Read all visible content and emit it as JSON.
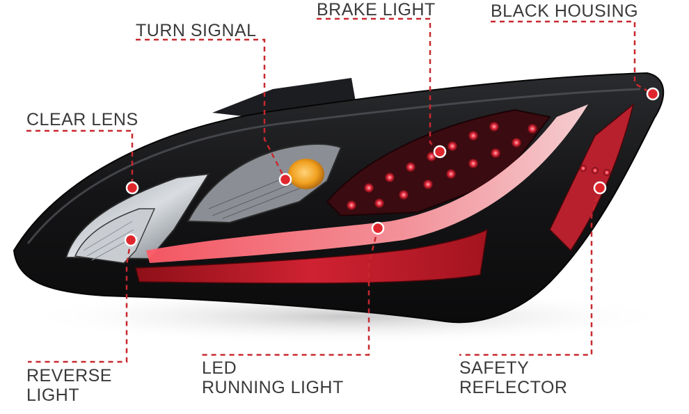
{
  "colors": {
    "accent": "#e0262d",
    "leader": "#c8282e",
    "text": "#3a3a3a",
    "housing": "#141416",
    "lens_red": "#c51b2a",
    "amber": "#f0a01e"
  },
  "labels": {
    "turn_signal": "TURN SIGNAL",
    "brake_light": "BRAKE LIGHT",
    "black_housing": "BLACK HOUSING",
    "clear_lens": "CLEAR LENS",
    "reverse_light_1": "REVERSE",
    "reverse_light_2": "LIGHT",
    "led_running_1": "LED",
    "led_running_2": "RUNNING LIGHT",
    "safety_reflector_1": "SAFETY",
    "safety_reflector_2": "REFLECTOR"
  }
}
